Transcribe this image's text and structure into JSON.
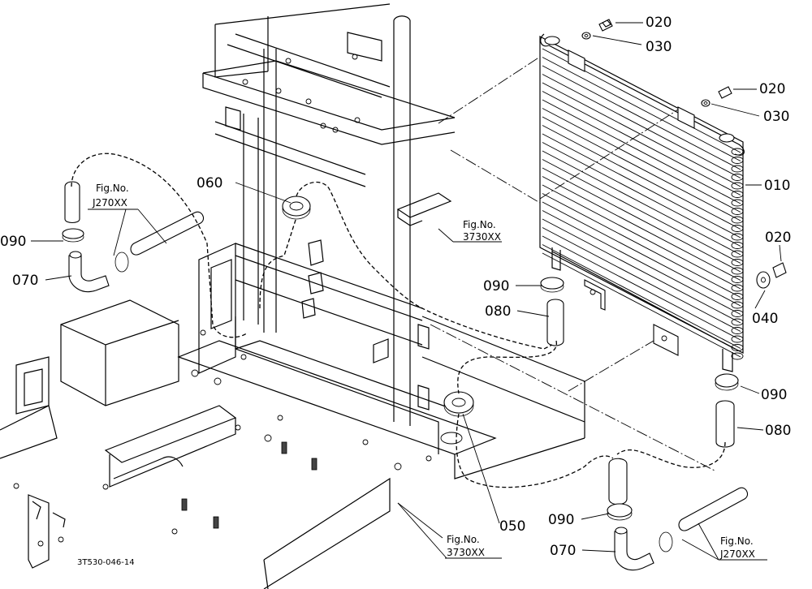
{
  "diagram_code": "3T530-046-14",
  "callouts": {
    "p010": "010",
    "p020a": "020",
    "p020b": "020",
    "p020c": "020",
    "p030a": "030",
    "p030b": "030",
    "p040": "040",
    "p050": "050",
    "p060": "060",
    "p070a": "070",
    "p070b": "070",
    "p080a": "080",
    "p080b": "080",
    "p090a": "090",
    "p090b": "090",
    "p090c": "090",
    "p090d": "090"
  },
  "references": {
    "ref_3730_top": {
      "line1": "Fig.No.",
      "line2": "3730XX"
    },
    "ref_3730_bottom": {
      "line1": "Fig.No.",
      "line2": "3730XX"
    },
    "ref_j270_left": {
      "line1": "Fig.No.",
      "line2": "J270XX"
    },
    "ref_j270_right": {
      "line1": "Fig.No.",
      "line2": "J270XX"
    }
  }
}
